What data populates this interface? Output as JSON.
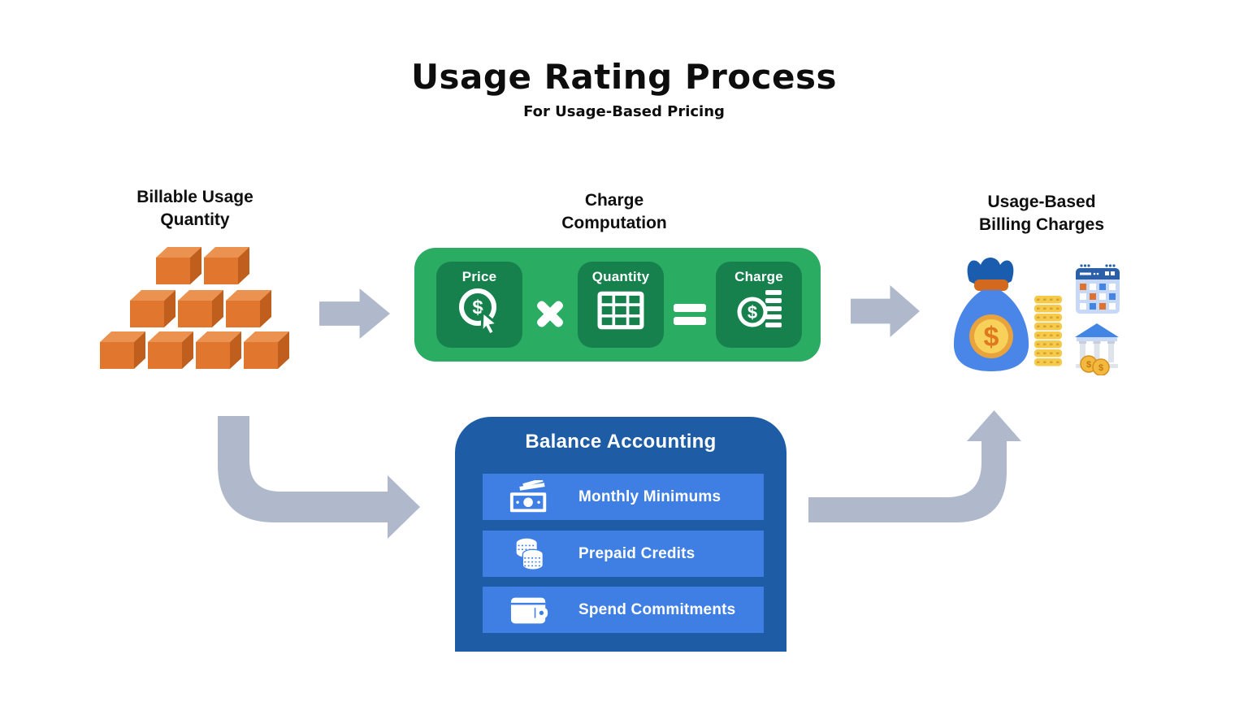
{
  "title": "Usage Rating Process",
  "subtitle": "For Usage-Based Pricing",
  "colors": {
    "arrow_gray": "#AFB9CB",
    "green_outer": "#2BAC63",
    "green_tile": "#17814E",
    "blue_box": "#1F5CA6",
    "blue_row": "#3F7FE4",
    "cube_orange": "#E1772E",
    "bag_blue": "#4A86E8",
    "coin_gold": "#F5C94A",
    "band_orange": "#D2691E",
    "text_dark": "#0d0d0d"
  },
  "sections": {
    "billable_usage": {
      "heading": "Billable Usage Quantity",
      "cube_count": 9
    },
    "charge_computation": {
      "heading": "Charge Computation",
      "tiles": [
        {
          "label": "Price",
          "icon": "price-click-icon"
        },
        {
          "label": "Quantity",
          "icon": "table-grid-icon"
        },
        {
          "label": "Charge",
          "icon": "coin-ledger-icon"
        }
      ],
      "operators": {
        "multiply": "×",
        "equals": "="
      }
    },
    "billing_charges": {
      "heading": "Usage-Based Billing Charges",
      "icons": [
        "money-bag-icon",
        "coin-stack-icon",
        "calendar-icon",
        "bank-icon"
      ]
    },
    "balance_accounting": {
      "title": "Balance Accounting",
      "rows": [
        {
          "label": "Monthly Minimums",
          "icon": "banknotes-icon"
        },
        {
          "label": "Prepaid Credits",
          "icon": "coin-stacks-icon"
        },
        {
          "label": "Spend Commitments",
          "icon": "wallet-icon"
        }
      ]
    }
  }
}
